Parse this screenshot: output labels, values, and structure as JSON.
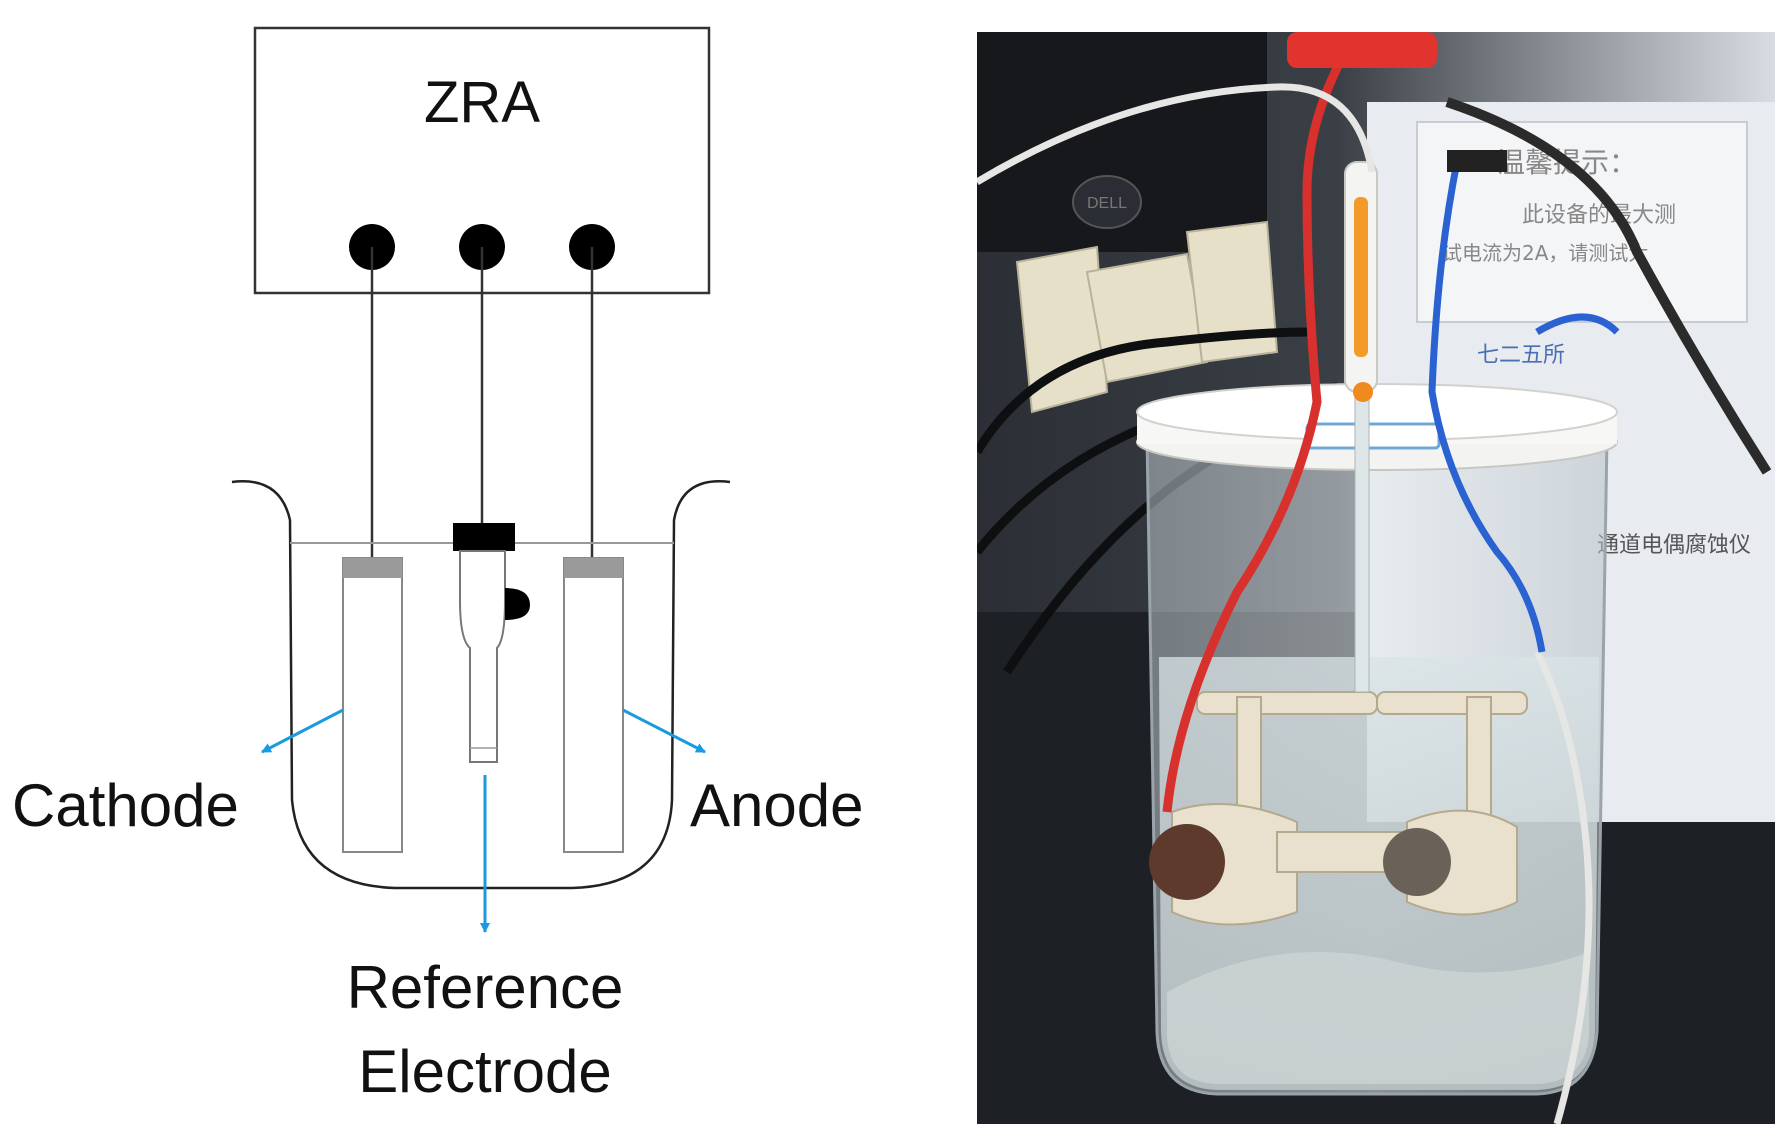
{
  "schematic": {
    "instrument_label": "ZRA",
    "cathode_label": "Cathode",
    "anode_label": "Anode",
    "reference_label_line1": "Reference",
    "reference_label_line2": "Electrode",
    "arrow_color": "#1a9be0",
    "line_color": "#222222"
  },
  "photo": {
    "sign_line1": "温馨提示：",
    "sign_line2": "此设备的最大测",
    "sign_line3": "试电流为2A，请测试大",
    "device_brand": "七二五所",
    "device_name": "通道电偶腐蚀仪",
    "monitor_brand": "DELL"
  }
}
